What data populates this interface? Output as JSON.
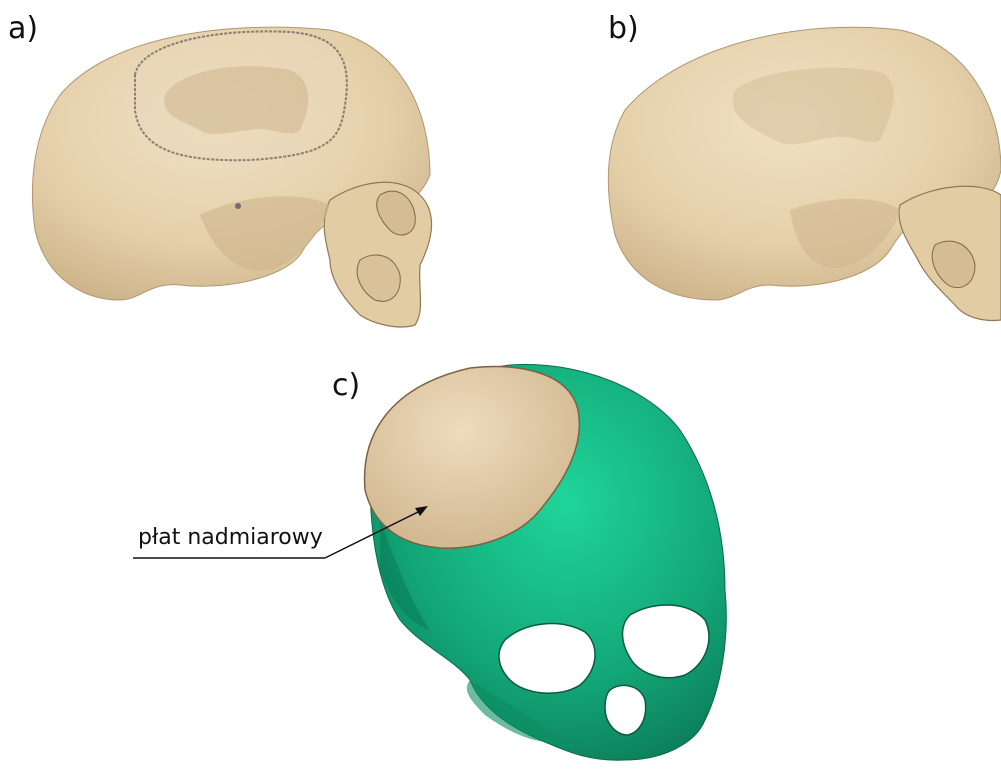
{
  "figure": {
    "panels": [
      {
        "label": "a)",
        "model": "skull-with-outlined-defect"
      },
      {
        "label": "b)",
        "model": "skull-reconstructed"
      },
      {
        "label": "c)",
        "model": "implant-on-skull"
      }
    ],
    "callout": {
      "text": "płat nadmiarowy"
    },
    "colors": {
      "bone": "#e7d3b0",
      "bone_shadow": "#c7ae86",
      "bone_dark": "#a8906a",
      "implant_green": "#12a877",
      "implant_green_dark": "#0b7a55",
      "outline": "#3a3a3a"
    }
  }
}
